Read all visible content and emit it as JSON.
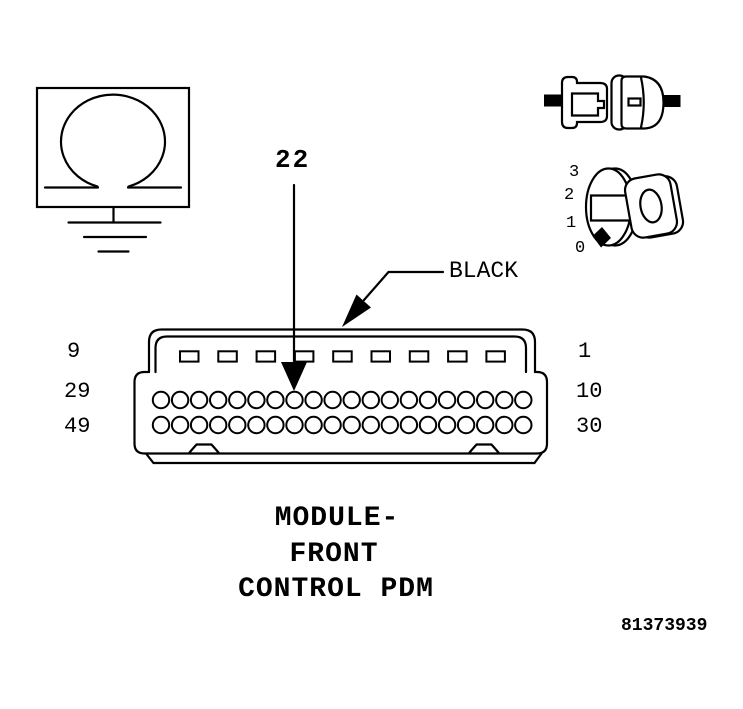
{
  "figure": {
    "pin_callout": {
      "label": "22"
    },
    "wire_color": {
      "label": "BLACK"
    },
    "pin_rows": {
      "left_labels": [
        "9",
        "29",
        "49"
      ],
      "right_labels": [
        "1",
        "10",
        "30"
      ]
    },
    "connector": {
      "name_lines": [
        "MODULE-",
        "FRONT",
        "CONTROL PDM"
      ],
      "blade_slot_count": 9,
      "socket_rows": 2,
      "sockets_per_row": 20,
      "highlighted_pin": "22"
    },
    "dial_icon_numbers": [
      "3",
      "2",
      "1",
      "0"
    ],
    "figure_number": "81373939",
    "icons": {
      "top_left": "ground-symbol",
      "top_right_1": "inline-connector",
      "top_right_2": "rotary-dial"
    },
    "colors": {
      "ink": "#000000",
      "paper": "#ffffff"
    }
  }
}
